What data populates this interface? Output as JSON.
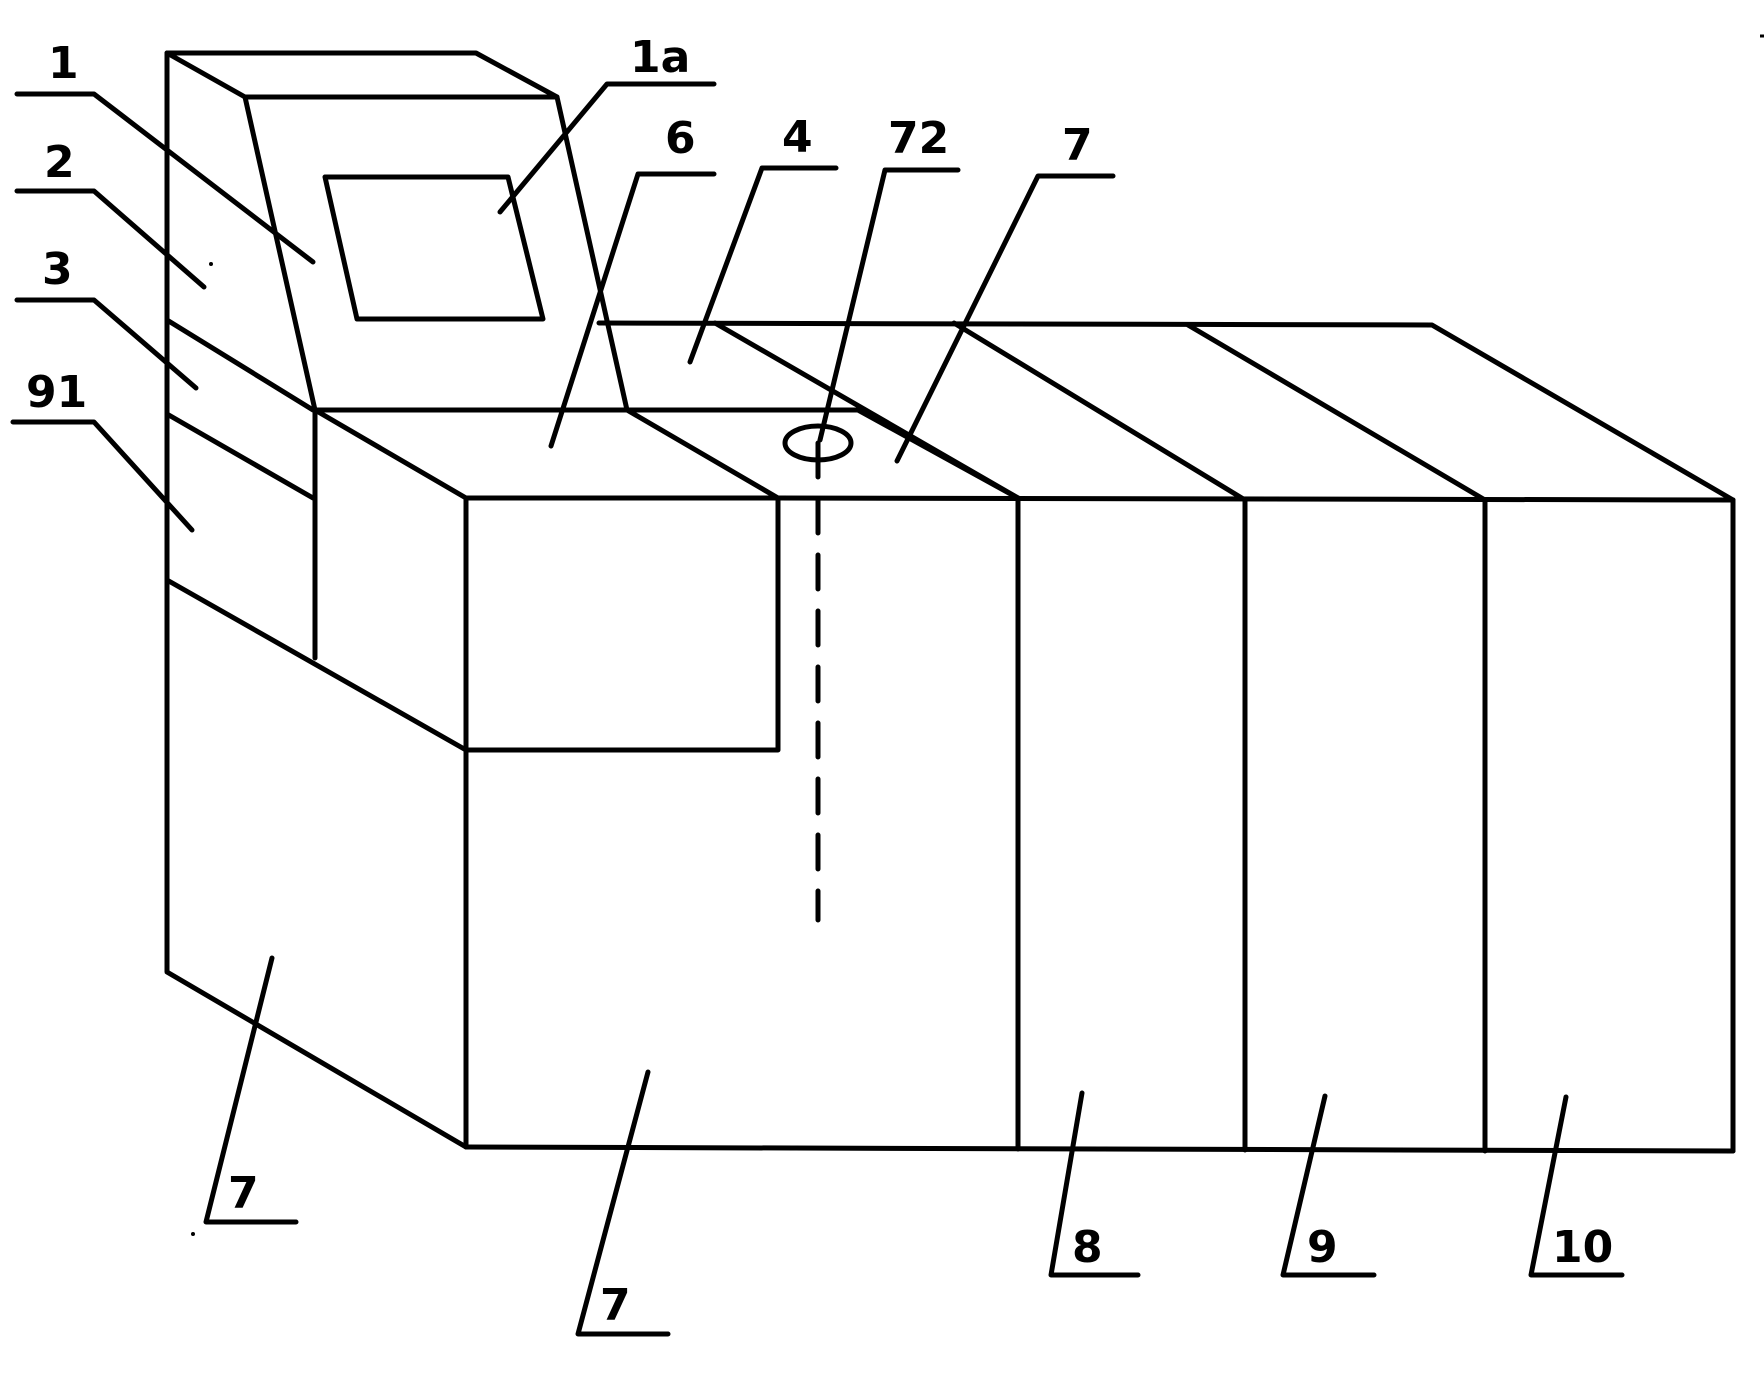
{
  "figure": {
    "background_color": "#ffffff",
    "line_color": "#000000"
  },
  "labels": [
    {
      "id": "label-1",
      "text": "1"
    },
    {
      "id": "label-1a",
      "text": "1a"
    },
    {
      "id": "label-2",
      "text": "2"
    },
    {
      "id": "label-3",
      "text": "3"
    },
    {
      "id": "label-91",
      "text": "91"
    },
    {
      "id": "label-6",
      "text": "6"
    },
    {
      "id": "label-4",
      "text": "4"
    },
    {
      "id": "label-72",
      "text": "72"
    },
    {
      "id": "label-7-top",
      "text": "7"
    },
    {
      "id": "label-7-left",
      "text": "7"
    },
    {
      "id": "label-7-front",
      "text": "7"
    },
    {
      "id": "label-8",
      "text": "8"
    },
    {
      "id": "label-9",
      "text": "9"
    },
    {
      "id": "label-10",
      "text": "10"
    }
  ]
}
